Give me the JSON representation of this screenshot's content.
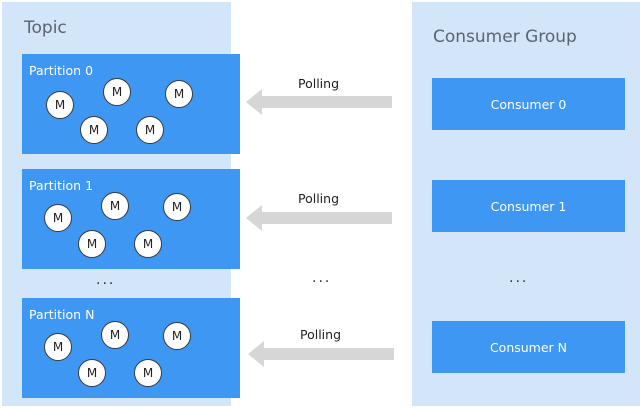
{
  "topic": {
    "title": "Topic",
    "partitions": [
      {
        "label": "Partition 0",
        "messages": [
          "M",
          "M",
          "M",
          "M",
          "M"
        ]
      },
      {
        "label": "Partition 1",
        "messages": [
          "M",
          "M",
          "M",
          "M",
          "M"
        ]
      },
      {
        "label": "Partition N",
        "messages": [
          "M",
          "M",
          "M",
          "M",
          "M"
        ]
      }
    ],
    "ellipsis": "..."
  },
  "middle": {
    "polling_labels": [
      "Polling",
      "Polling",
      "Polling"
    ],
    "ellipsis": "..."
  },
  "consumer_group": {
    "title": "Consumer Group",
    "consumers": [
      "Consumer 0",
      "Consumer 1",
      "Consumer N"
    ],
    "ellipsis": "..."
  },
  "colors": {
    "panel_bg": "#d3e5f8",
    "box_blue": "#3d97f3",
    "arrow_gray": "#d6d6d6"
  }
}
